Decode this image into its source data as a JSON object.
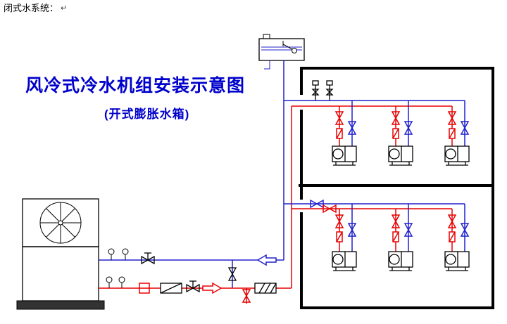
{
  "labels": {
    "system_note": "闭式水系统：",
    "paragraph_mark": "↵",
    "title": "风冷式冷水机组安装示意图",
    "subtitle": "(开式膨胀水箱)"
  },
  "colors": {
    "pipe_supply": "#2121cd",
    "pipe_return": "#e80000",
    "outline": "#000000",
    "title_text": "#0000cc",
    "note_text": "#000000"
  }
}
